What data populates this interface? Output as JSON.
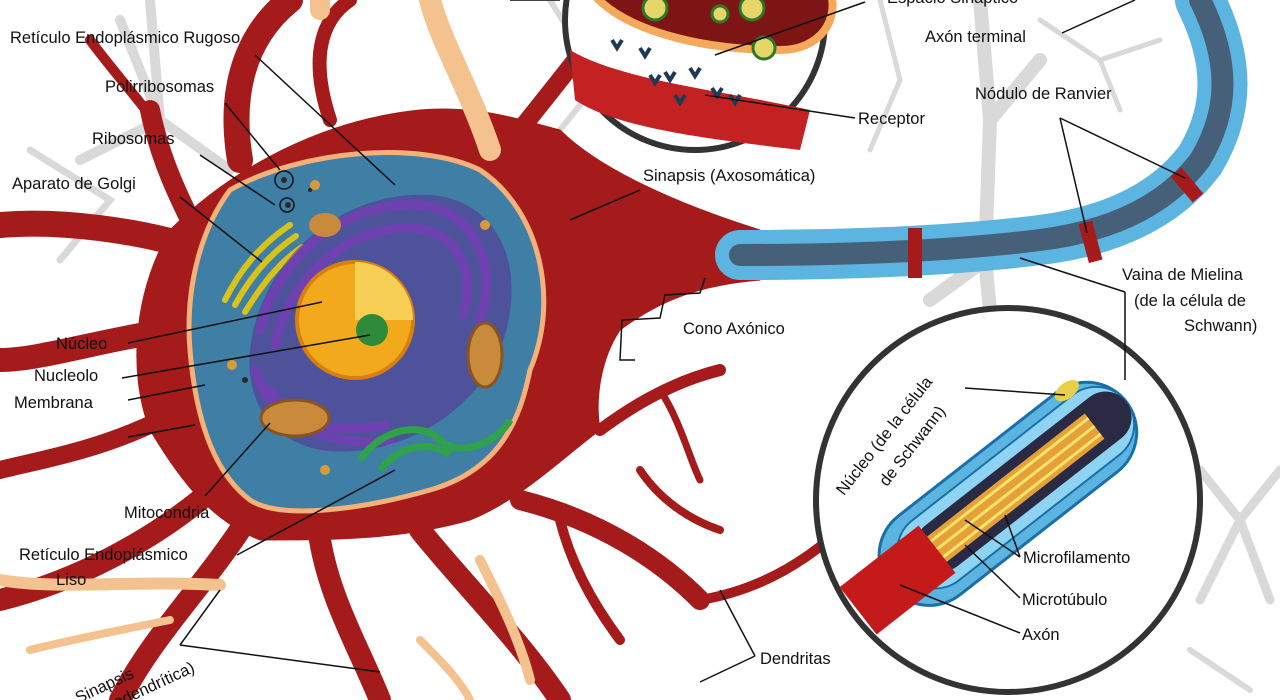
{
  "labels": {
    "espacio_sinaptico": "Espacio Sinaptico",
    "axon_terminal": "Axón terminal",
    "reticulo_rugoso": "Retículo Endoplásmico Rugoso",
    "polirribosomas": "Polirribosomas",
    "ribosomas": "Ribosomas",
    "golgi": "Aparato de Golgi",
    "receptor": "Receptor",
    "nodulo_ranvier": "Nódulo de Ranvier",
    "sinapsis_axosomatica": "Sinapsis (Axosomática)",
    "vaina_line1": "Vaina de Mielina",
    "vaina_line2": "(de la célula de",
    "vaina_line3": "Schwann)",
    "cono_axonico": "Cono Axónico",
    "nucleo": "Núcleo",
    "nucleolo": "Nucleolo",
    "membrana": "Membrana",
    "mitocondria": "Mitocondria",
    "reticulo_liso_line1": "Retículo Endoplásmico",
    "reticulo_liso_line2": "Liso",
    "sinapsis_axodendritica_line1": "Sinapsis",
    "sinapsis_axodendritica_line2": "(Axodendrítica)",
    "nucleo_schwann_line1": "Núcleo (de la célula",
    "nucleo_schwann_line2": "de Schwann)",
    "microfilamento": "Microfilamento",
    "microtubulo": "Microtúbulo",
    "axon": "Axón",
    "dendritas": "Dendritas"
  },
  "colors": {
    "cytoplasm_red": "#a51a1a",
    "soma_inner_blue": "#3f7fa6",
    "er_purple": "#6a3ab0",
    "nucleus_orange": "#f2a91c",
    "nucleolus_green": "#2f8a3a",
    "myelin_blue": "#5bb5e0",
    "axon_dark": "#46607a",
    "golgi_yellow": "#d9c21a",
    "mitochondria_tan": "#c98a3c",
    "background_gray": "#d8d8d8",
    "label_text": "#111111"
  }
}
